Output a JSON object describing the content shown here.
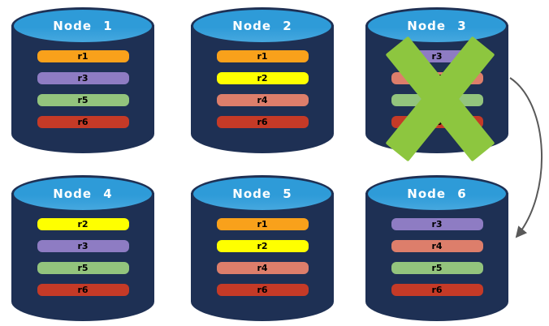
{
  "colors": {
    "cylinder_body": "#1E3054",
    "cylinder_top": "#2E9BD8",
    "failure_x": "#8DC63F",
    "arrow": "#595959",
    "node_title_text": "#FFFFFF",
    "replica_label_text": "#000000"
  },
  "replica_colors": {
    "r1": "#F9A11B",
    "r2": "#FEFF00",
    "r3": "#8E7CC3",
    "r4": "#DD7E6B",
    "r5": "#93C47D",
    "r6": "#C53A27"
  },
  "nodes": [
    {
      "label": "Node 1",
      "replicas": [
        "r1",
        "r3",
        "r5",
        "r6"
      ],
      "failed": false
    },
    {
      "label": "Node 2",
      "replicas": [
        "r1",
        "r2",
        "r4",
        "r6"
      ],
      "failed": false
    },
    {
      "label": "Node 3",
      "replicas": [
        "r3",
        "r4",
        "r5",
        "r6"
      ],
      "failed": true
    },
    {
      "label": "Node 4",
      "replicas": [
        "r2",
        "r3",
        "r5",
        "r6"
      ],
      "failed": false
    },
    {
      "label": "Node 5",
      "replicas": [
        "r1",
        "r2",
        "r4",
        "r6"
      ],
      "failed": false
    },
    {
      "label": "Node 6",
      "replicas": [
        "r3",
        "r4",
        "r5",
        "r6"
      ],
      "failed": false
    }
  ],
  "arrow": {
    "from": "Node 3",
    "to": "Node 6"
  }
}
